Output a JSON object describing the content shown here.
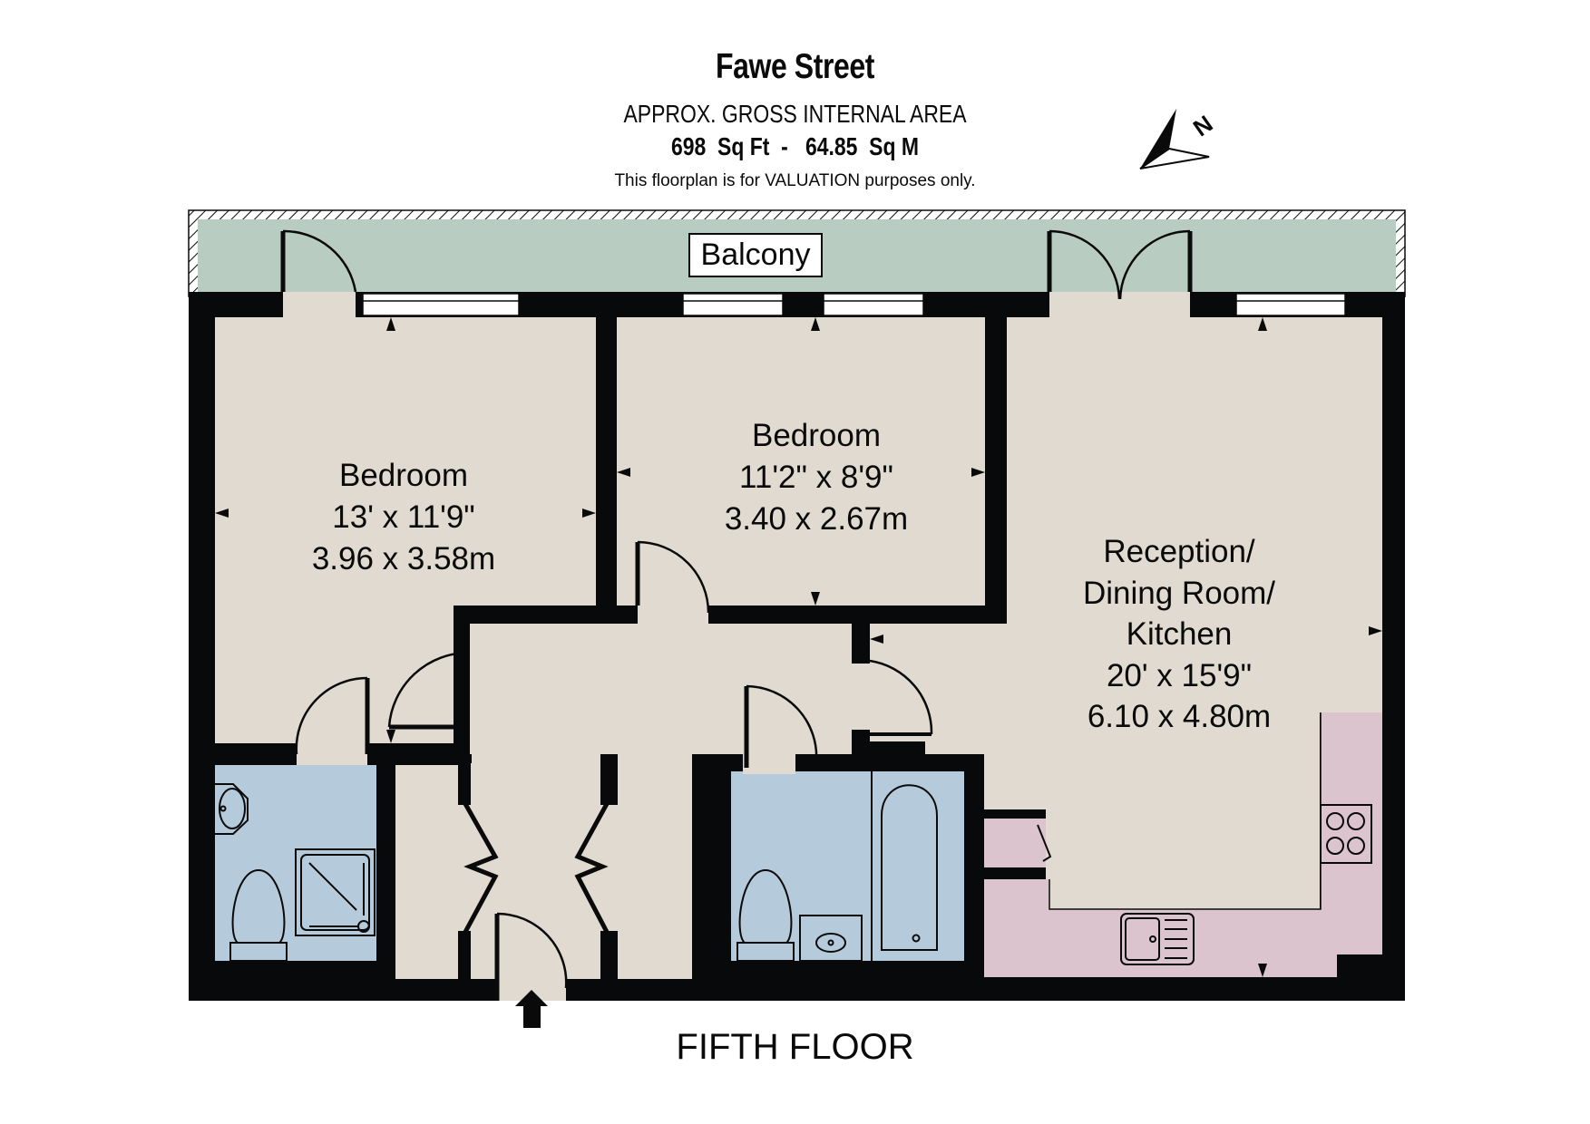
{
  "header": {
    "title": "Fawe Street",
    "area_label": "APPROX. GROSS INTERNAL AREA",
    "area_values": "698  Sq Ft  -   64.85  Sq M",
    "area_sqft": "698",
    "area_sqm": "64.85",
    "disclaimer": "This floorplan is for VALUATION purposes only."
  },
  "compass": {
    "icon": "north-arrow-icon",
    "label": "N"
  },
  "floor_label": "FIFTH FLOOR",
  "colors": {
    "wall": "#08090b",
    "floor": "#e0dad0",
    "balcony": "#b9ccc1",
    "bathroom": "#b5cbdc",
    "kitchen": "#dbc4cd",
    "window": "#ffffff"
  },
  "rooms": [
    {
      "id": "balcony",
      "name": "Balcony",
      "dims_imperial": "",
      "dims_metric": ""
    },
    {
      "id": "bedroom-1",
      "name": "Bedroom",
      "dims_imperial": "13' x 11'9\"",
      "dims_metric": "3.96 x 3.58m"
    },
    {
      "id": "bedroom-2",
      "name": "Bedroom",
      "dims_imperial": "11'2\" x 8'9\"",
      "dims_metric": "3.40 x 2.67m"
    },
    {
      "id": "reception",
      "name_lines": [
        "Reception/",
        "Dining Room/",
        "Kitchen"
      ],
      "dims_imperial": "20' x 15'9\"",
      "dims_metric": "6.10 x 4.80m"
    }
  ],
  "fixtures": [
    "en-suite-basin-icon",
    "en-suite-toilet-icon",
    "shower-tray-icon",
    "bathroom-toilet-icon",
    "bathroom-basin-icon",
    "bathtub-icon",
    "hob-icon",
    "sink-drainer-icon",
    "entrance-arrow-icon"
  ]
}
